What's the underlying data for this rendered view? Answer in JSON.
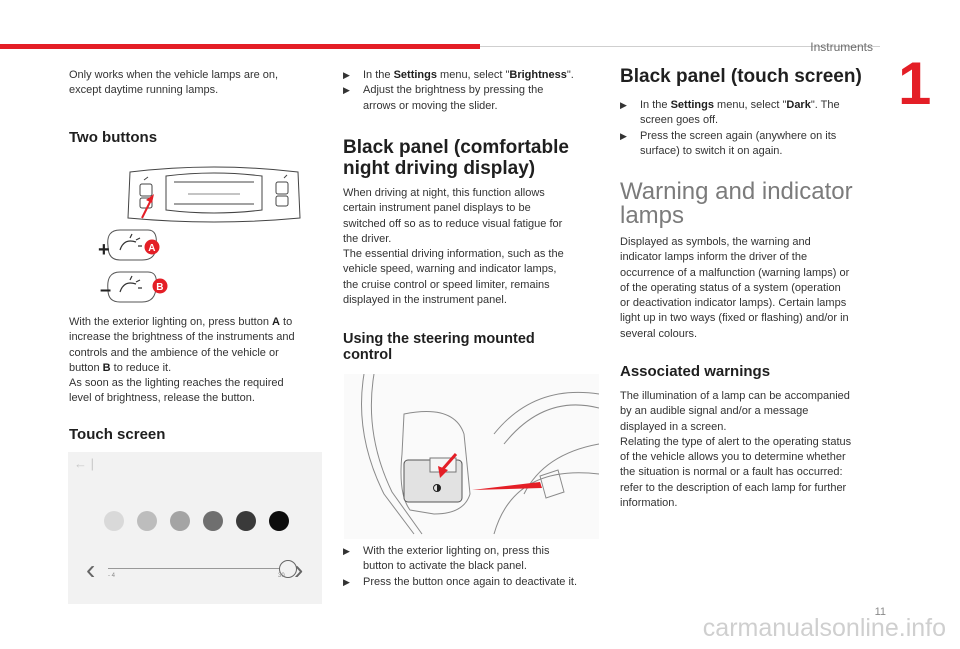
{
  "header": {
    "section": "Instruments",
    "chapter": "1"
  },
  "footer": {
    "page": "11",
    "watermark": "carmanualsonline.info"
  },
  "col1": {
    "intro_line1": "Only works when the vehicle lamps are on,",
    "intro_line2": "except daytime running lamps.",
    "two_buttons_title": "Two buttons",
    "label_a": "A",
    "label_b": "B",
    "para1_line1_pre": "With the exterior lighting on, press button ",
    "para1_line1_post": " to",
    "para1_line2": "increase the brightness of the instruments and",
    "para1_line3": "controls and the ambience of the vehicle or",
    "para1_line4_pre": "button ",
    "para1_line4_post": " to reduce it.",
    "para1_line5": "As soon as the lighting reaches the required",
    "para1_line6": "level of brightness, release the button.",
    "touch_title": "Touch screen",
    "slider_min": "- 4",
    "slider_max": "30"
  },
  "col2": {
    "b1_pre": "In the ",
    "b1_settings": "Settings",
    "b1_mid": " menu, select \"",
    "b1_brightness": "Brightness",
    "b1_post": "\".",
    "b2_line1": "Adjust the brightness by pressing the",
    "b2_line2": "arrows or moving the slider.",
    "black_title_line1": "Black panel (comfortable",
    "black_title_line2": "night driving display)",
    "p_lines": [
      "When driving at night, this function allows",
      "certain instrument panel displays to be",
      "switched off so as to reduce visual fatigue for",
      "the driver.",
      "The essential driving information, such as the",
      "vehicle speed, warning and indicator lamps,",
      "the cruise control or speed limiter, remains",
      "displayed in the instrument panel."
    ],
    "steer_title_line1": "Using the steering mounted",
    "steer_title_line2": "control",
    "b3_line1": "With the exterior lighting on, press this",
    "b3_line2": "button to activate the black panel.",
    "b4": "Press the button once again to deactivate it."
  },
  "col3": {
    "touch_title": "Black panel (touch screen)",
    "b1_pre": "In the ",
    "b1_settings": "Settings",
    "b1_mid": " menu, select \"",
    "b1_dark": "Dark",
    "b1_post": "\". The",
    "b1_line2": "screen goes off.",
    "b2_line1": "Press the screen again (anywhere on its",
    "b2_line2": "surface) to switch it on again.",
    "warn_title_line1": "Warning and indicator",
    "warn_title_line2": "lamps",
    "warn_lines": [
      "Displayed as symbols, the warning and",
      "indicator lamps inform the driver of the",
      "occurrence of a malfunction (warning lamps) or",
      "of the operating status of a system (operation",
      "or deactivation indicator lamps). Certain lamps",
      "light up in two ways (fixed or flashing) and/or in",
      "several colours."
    ],
    "assoc_title": "Associated warnings",
    "assoc_lines": [
      "The illumination of a lamp can be accompanied",
      "by an audible signal and/or a message",
      "displayed in a screen.",
      "Relating the type of alert to the operating status",
      "of the vehicle allows you to determine whether",
      "the situation is normal or a fault has occurred:",
      "refer to the description of each lamp for further",
      "information."
    ]
  },
  "colors": {
    "accent": "#e41e26",
    "swatches": [
      "#d9d9d9",
      "#bdbdbd",
      "#a4a4a4",
      "#6f6f6f",
      "#3a3a3a",
      "#0d0d0d"
    ]
  }
}
